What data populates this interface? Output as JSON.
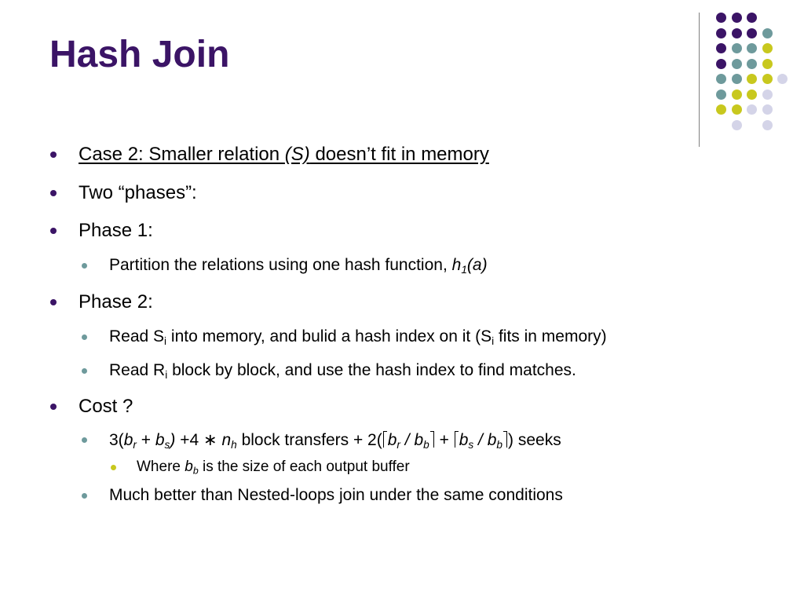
{
  "slide": {
    "title": "Hash Join",
    "colors": {
      "title": "#3b1466",
      "purple": "#3b1466",
      "teal": "#6e9a9c",
      "yellow": "#c8c81e",
      "lavender": "#d4d4e8"
    }
  },
  "bullets": {
    "case2": {
      "pre": "Case 2: Smaller relation ",
      "em": "(S)",
      "post": " doesn’t fit in memory"
    },
    "phases": "Two “phases”:",
    "phase1": "Phase 1:",
    "phase1_sub": {
      "text": "Partition the relations using one hash function, ",
      "fn": "h",
      "fn_sub": "1",
      "fn_arg": "(a)"
    },
    "phase2": "Phase 2:",
    "phase2_sub1": {
      "t1": "Read S",
      "s1": "i",
      "t2": " into memory, and bulid a hash index on it (S",
      "s2": "i",
      "t3": " fits in memory)"
    },
    "phase2_sub2": {
      "t1": "Read R",
      "s1": "i",
      "t2": " block by block, and use the hash index to find matches."
    },
    "cost": "Cost ?",
    "cost_formula": {
      "p1": "3(",
      "br": "b",
      "br_sub": "r",
      "plus1": " + ",
      "bs": "b",
      "bs_sub": "s",
      "p2": ")",
      "p3": " +4 ",
      "star": "∗",
      "nh": "n",
      "nh_sub": "h",
      "p4": " block transfers + 2(",
      "f1_num": "b",
      "f1_num_sub": "r",
      "slash1": " / ",
      "f1_den": "b",
      "f1_den_sub": "b",
      "plus2": " + ",
      "f2_num": "b",
      "f2_num_sub": "s",
      "slash2": " / ",
      "f2_den": "b",
      "f2_den_sub": "b",
      "p5": ")",
      "p6": "  seeks"
    },
    "where": {
      "pre": "Where ",
      "var": "b",
      "var_sub": "b",
      "post": " is the size of each output buffer"
    },
    "better": "Much better than Nested-loops join under the same conditions"
  },
  "decoration": {
    "dot_grid": [
      [
        "purple",
        "purple",
        "purple",
        "",
        ""
      ],
      [
        "purple",
        "purple",
        "purple",
        "teal",
        ""
      ],
      [
        "purple",
        "teal",
        "teal",
        "yellow",
        ""
      ],
      [
        "purple",
        "teal",
        "teal",
        "yellow",
        ""
      ],
      [
        "teal",
        "teal",
        "yellow",
        "yellow",
        "lavender"
      ],
      [
        "teal",
        "yellow",
        "yellow",
        "lavender",
        ""
      ],
      [
        "yellow",
        "yellow",
        "lavender",
        "lavender",
        ""
      ],
      [
        "",
        "lavender",
        "",
        "lavender",
        ""
      ]
    ]
  }
}
